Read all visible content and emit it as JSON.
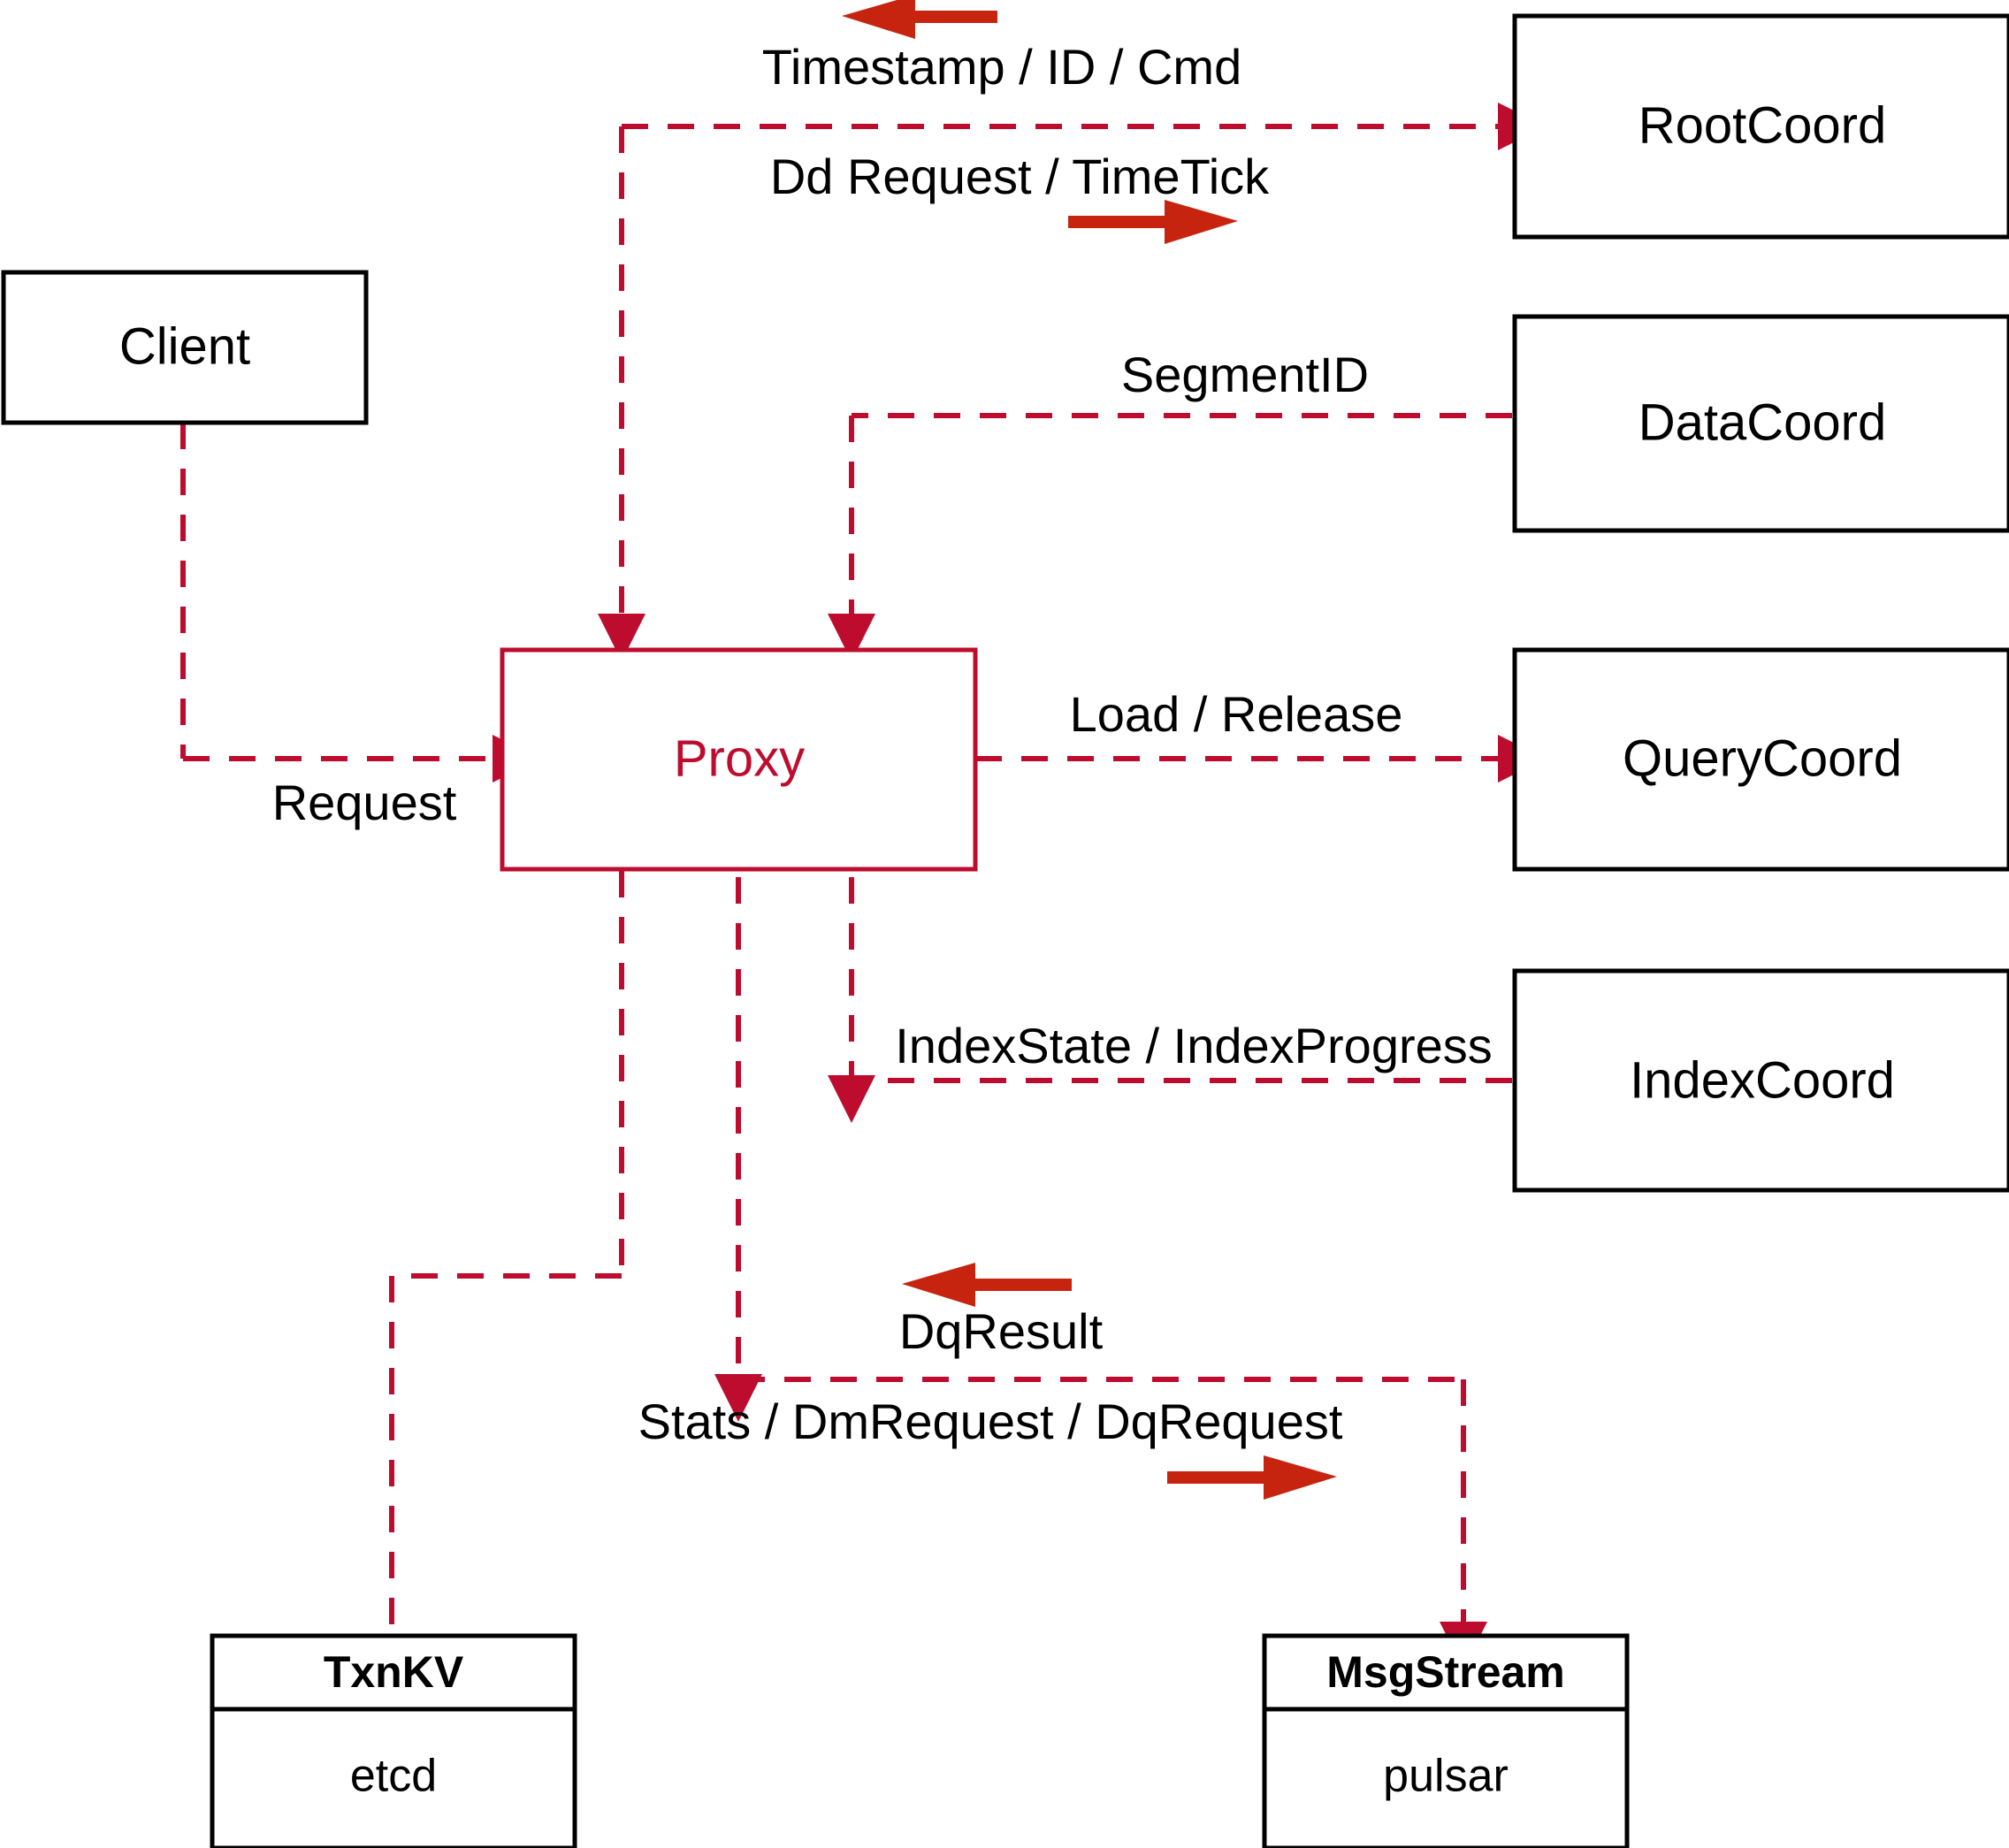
{
  "diagram": {
    "title": "Milvus Proxy interaction diagram",
    "colors": {
      "edge": "#BE0C2E",
      "flow_arrow": "#C72410",
      "node_stroke": "#000000",
      "accent_node_stroke": "#BE0C2E",
      "background": "#FFFFFF"
    },
    "nodes": [
      {
        "id": "client",
        "label": "Client",
        "style": "plain"
      },
      {
        "id": "proxy",
        "label": "Proxy",
        "style": "accent"
      },
      {
        "id": "rootcoord",
        "label": "RootCoord",
        "style": "plain"
      },
      {
        "id": "datacoord",
        "label": "DataCoord",
        "style": "plain"
      },
      {
        "id": "querycoord",
        "label": "QueryCoord",
        "style": "plain"
      },
      {
        "id": "indexcoord",
        "label": "IndexCoord",
        "style": "plain"
      },
      {
        "id": "txnkv",
        "label": "TxnKV",
        "sub": "etcd",
        "style": "split"
      },
      {
        "id": "msgstream",
        "label": "MsgStream",
        "sub": "pulsar",
        "style": "split"
      }
    ],
    "edge_labels": [
      {
        "id": "timestamp-id-cmd",
        "text": "Timestamp / ID / Cmd",
        "from": "rootcoord",
        "to": "proxy"
      },
      {
        "id": "dd-request-timetick",
        "text": "Dd Request / TimeTick",
        "from": "proxy",
        "to": "rootcoord"
      },
      {
        "id": "segmentid",
        "text": "SegmentID",
        "from": "datacoord",
        "to": "proxy"
      },
      {
        "id": "load-release",
        "text": "Load / Release",
        "from": "proxy",
        "to": "querycoord"
      },
      {
        "id": "indexstate-progress",
        "text": "IndexState / IndexProgress",
        "from": "indexcoord",
        "to": "proxy"
      },
      {
        "id": "request",
        "text": "Request",
        "from": "client",
        "to": "proxy"
      },
      {
        "id": "dqresult",
        "text": "DqResult",
        "from": "msgstream",
        "to": "proxy"
      },
      {
        "id": "stats-dm-dq",
        "text": "Stats / DmRequest / DqRequest",
        "from": "proxy",
        "to": "msgstream"
      }
    ]
  }
}
